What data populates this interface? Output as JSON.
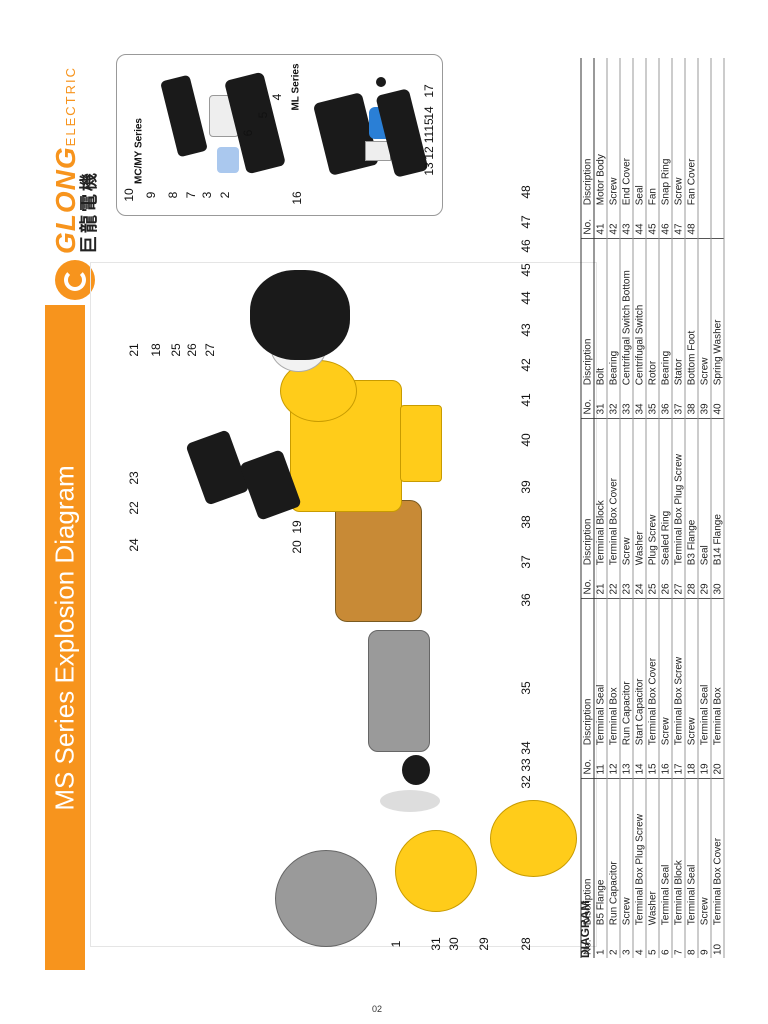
{
  "title": "MS Series Explosion Diagram",
  "brand": {
    "name": "GLONG",
    "sub": "ELECTRIC",
    "chinese": "巨龍電機"
  },
  "colors": {
    "accent": "#f7941d",
    "part_yellow": "#ffcc1a",
    "part_black": "#1a1a1a"
  },
  "inset": {
    "mc_my_label": "MC/MY Series",
    "ml_label": "ML Series",
    "mc_callouts": [
      "10",
      "9",
      "8",
      "7",
      "3",
      "2",
      "6",
      "5",
      "4"
    ],
    "ml_callouts": [
      "16",
      "13",
      "12",
      "11",
      "15",
      "14",
      "17"
    ]
  },
  "callouts": {
    "top": [
      "24",
      "22",
      "23",
      "20",
      "19",
      "21",
      "18",
      "25",
      "26",
      "27"
    ],
    "bottom": [
      "1",
      "31",
      "30",
      "29",
      "28",
      "32",
      "33",
      "34",
      "35",
      "36",
      "37",
      "38",
      "39",
      "40",
      "41",
      "42",
      "43",
      "44",
      "45",
      "46",
      "47",
      "48"
    ]
  },
  "table": {
    "heading": "DIAGRAM",
    "header": {
      "no": "No.",
      "desc": "Discription"
    },
    "columns": [
      [
        {
          "no": "1",
          "desc": "B5 Flange"
        },
        {
          "no": "2",
          "desc": "Run Capacitor"
        },
        {
          "no": "3",
          "desc": "Screw"
        },
        {
          "no": "4",
          "desc": "Terminal Box Plug Screw"
        },
        {
          "no": "5",
          "desc": "Washer"
        },
        {
          "no": "6",
          "desc": "Terminal Seal"
        },
        {
          "no": "7",
          "desc": "Terminal Block"
        },
        {
          "no": "8",
          "desc": "Terminal Seal"
        },
        {
          "no": "9",
          "desc": "Screw"
        },
        {
          "no": "10",
          "desc": "Terminal Box Cover"
        }
      ],
      [
        {
          "no": "11",
          "desc": "Terminal Seal"
        },
        {
          "no": "12",
          "desc": "Terminal Box"
        },
        {
          "no": "13",
          "desc": "Run Capacitor"
        },
        {
          "no": "14",
          "desc": "Start Capacitor"
        },
        {
          "no": "15",
          "desc": "Terminal Box Cover"
        },
        {
          "no": "16",
          "desc": "Screw"
        },
        {
          "no": "17",
          "desc": "Terminal Box Screw"
        },
        {
          "no": "18",
          "desc": "Screw"
        },
        {
          "no": "19",
          "desc": "Terminal Seal"
        },
        {
          "no": "20",
          "desc": "Terminal Box"
        }
      ],
      [
        {
          "no": "21",
          "desc": "Terminal Block"
        },
        {
          "no": "22",
          "desc": "Terminal Box Cover"
        },
        {
          "no": "23",
          "desc": "Screw"
        },
        {
          "no": "24",
          "desc": "Washer"
        },
        {
          "no": "25",
          "desc": "Plug Screw"
        },
        {
          "no": "26",
          "desc": "Sealed Ring"
        },
        {
          "no": "27",
          "desc": "Terminal Box Plug Screw"
        },
        {
          "no": "28",
          "desc": "B3 Flange"
        },
        {
          "no": "29",
          "desc": "Seal"
        },
        {
          "no": "30",
          "desc": "B14 Flange"
        }
      ],
      [
        {
          "no": "31",
          "desc": "Bolt"
        },
        {
          "no": "32",
          "desc": "Bearing"
        },
        {
          "no": "33",
          "desc": "Centrifugal Switch Bottom"
        },
        {
          "no": "34",
          "desc": "Centrifugal Switch"
        },
        {
          "no": "35",
          "desc": "Rotor"
        },
        {
          "no": "36",
          "desc": "Bearing"
        },
        {
          "no": "37",
          "desc": "Stator"
        },
        {
          "no": "38",
          "desc": "Bottom Foot"
        },
        {
          "no": "39",
          "desc": "Screw"
        },
        {
          "no": "40",
          "desc": "Spring Washer"
        }
      ],
      [
        {
          "no": "41",
          "desc": "Motor Body"
        },
        {
          "no": "42",
          "desc": "Screw"
        },
        {
          "no": "43",
          "desc": "End Cover"
        },
        {
          "no": "44",
          "desc": "Seal"
        },
        {
          "no": "45",
          "desc": "Fan"
        },
        {
          "no": "46",
          "desc": "Snap Ring"
        },
        {
          "no": "47",
          "desc": "Screw"
        },
        {
          "no": "48",
          "desc": "Fan Cover"
        },
        {
          "no": "",
          "desc": ""
        },
        {
          "no": "",
          "desc": ""
        }
      ]
    ]
  },
  "page_number": "02"
}
